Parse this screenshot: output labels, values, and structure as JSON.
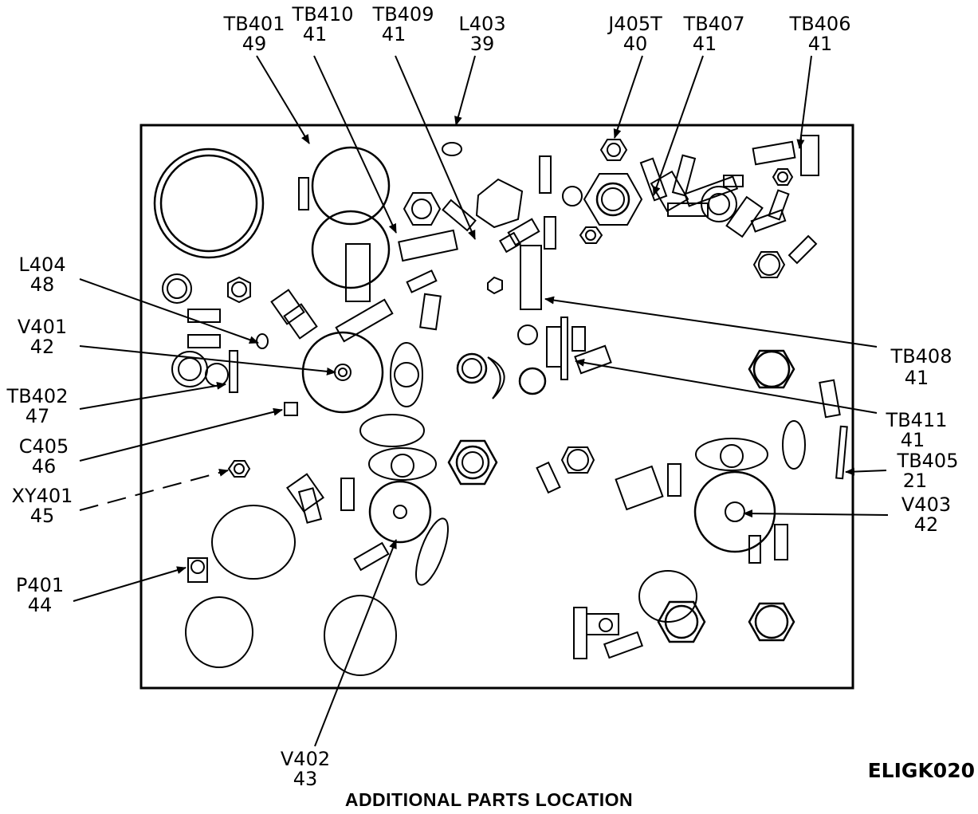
{
  "figure_id": "ELIGK020",
  "caption": "ADDITIONAL PARTS LOCATION",
  "callouts": [
    {
      "ref": "TB401",
      "num": "49"
    },
    {
      "ref": "TB410",
      "num": "41"
    },
    {
      "ref": "TB409",
      "num": "41"
    },
    {
      "ref": "L403",
      "num": "39"
    },
    {
      "ref": "J405T",
      "num": "40"
    },
    {
      "ref": "TB407",
      "num": "41"
    },
    {
      "ref": "TB406",
      "num": "41"
    },
    {
      "ref": "L404",
      "num": "48"
    },
    {
      "ref": "V401",
      "num": "42"
    },
    {
      "ref": "TB402",
      "num": "47"
    },
    {
      "ref": "C405",
      "num": "46"
    },
    {
      "ref": "XY401",
      "num": "45"
    },
    {
      "ref": "P401",
      "num": "44"
    },
    {
      "ref": "TB408",
      "num": "41"
    },
    {
      "ref": "TB411",
      "num": "41"
    },
    {
      "ref": "TB405",
      "num": "21"
    },
    {
      "ref": "V403",
      "num": "42"
    },
    {
      "ref": "V402",
      "num": "43"
    }
  ]
}
